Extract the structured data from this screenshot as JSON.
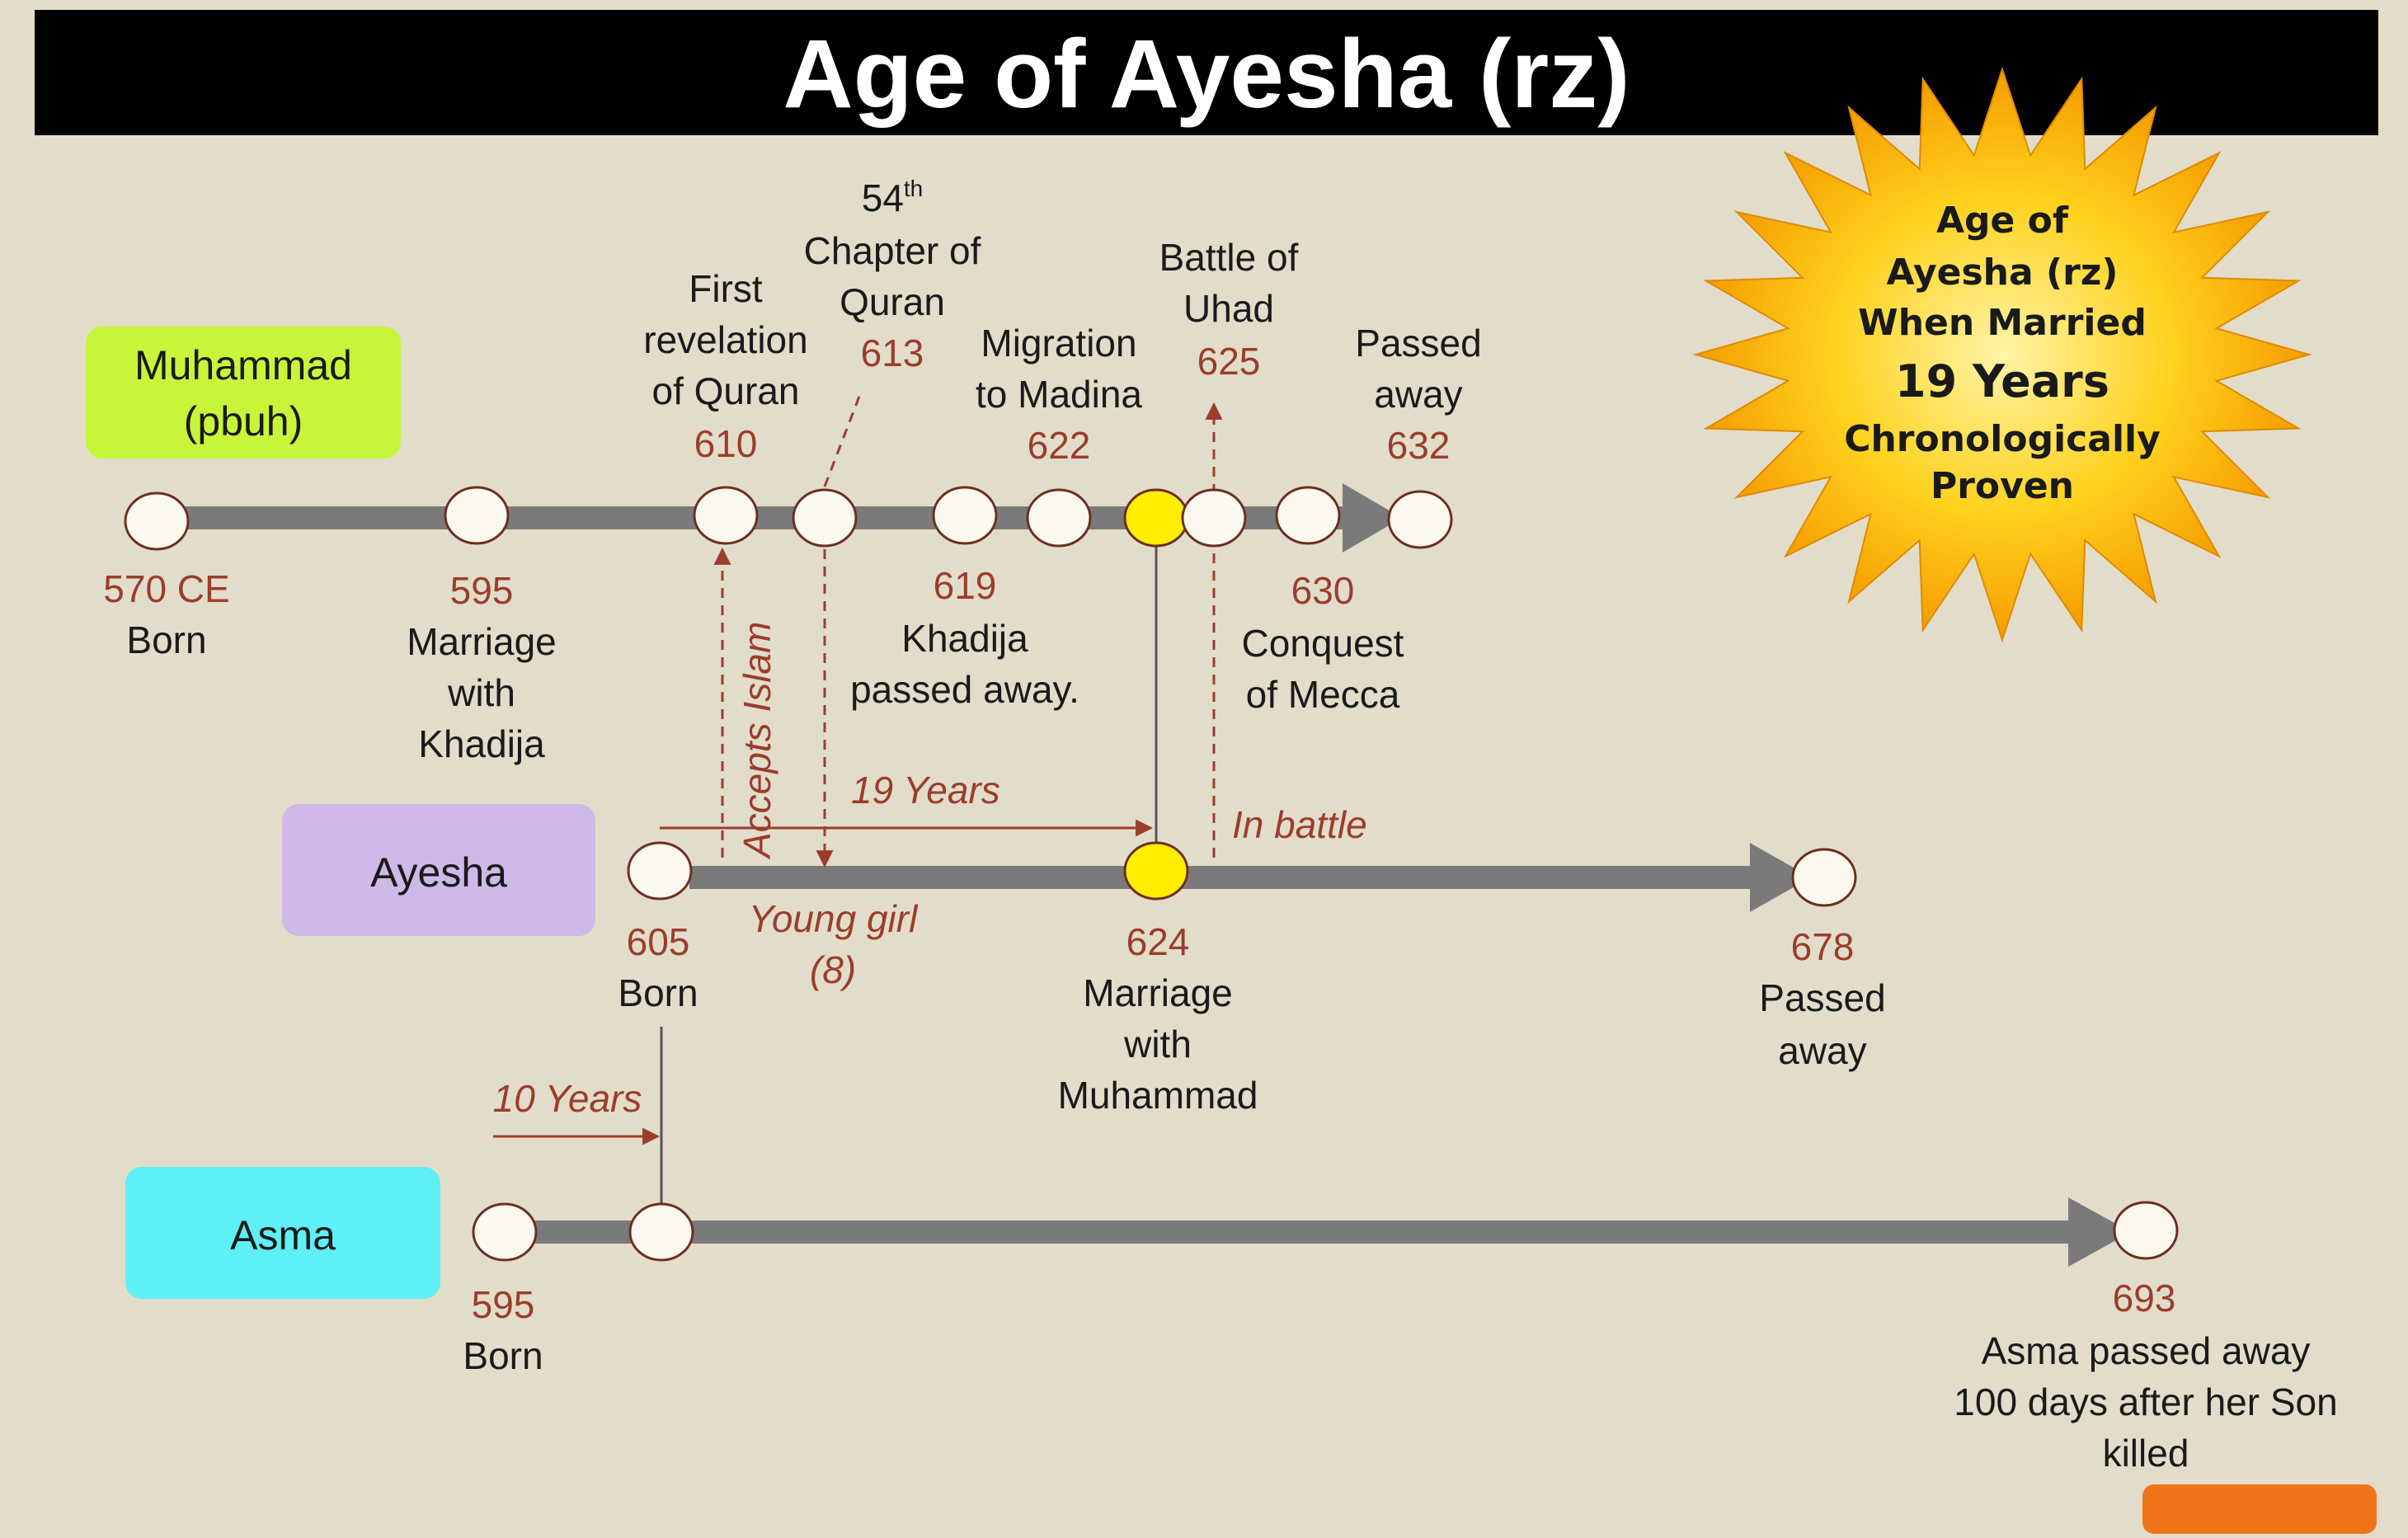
{
  "title": "Age of Ayesha (rz)",
  "badge": {
    "line1": "Age of",
    "line2": "Ayesha (rz)",
    "line3": "When Married",
    "line4": "19 Years",
    "line5": "Chronologically",
    "line6": "Proven"
  },
  "rows": {
    "muhammad": {
      "line1": "Muhammad",
      "line2": "(pbuh)"
    },
    "ayesha": {
      "line1": "Ayesha"
    },
    "asma": {
      "line1": "Asma"
    }
  },
  "events": {
    "m570": {
      "year": "570 CE",
      "text": [
        "Born"
      ]
    },
    "m595": {
      "year": "595",
      "text": [
        "Marriage",
        "with",
        "Khadija"
      ]
    },
    "m610": {
      "year": "610",
      "text": [
        "First",
        "revelation",
        "of Quran"
      ]
    },
    "m613": {
      "sup_num": "54",
      "sup": "th",
      "text": [
        "Chapter of",
        "Quran"
      ],
      "year": "613"
    },
    "m619": {
      "year": "619",
      "text": [
        "Khadija",
        "passed away."
      ]
    },
    "m622": {
      "year": "622",
      "text": [
        "Migration",
        "to Madina"
      ]
    },
    "m625": {
      "year": "625",
      "text": [
        "Battle of",
        "Uhad"
      ]
    },
    "m630": {
      "year": "630",
      "text": [
        "Conquest",
        "of Mecca"
      ]
    },
    "m632": {
      "year": "632",
      "text": [
        "Passed",
        "away"
      ]
    },
    "a605": {
      "year": "605",
      "text": [
        "Born"
      ]
    },
    "a624": {
      "year": "624",
      "text": [
        "Marriage",
        "with",
        "Muhammad"
      ]
    },
    "a678": {
      "year": "678",
      "text": [
        "Passed",
        "away"
      ]
    },
    "s595": {
      "year": "595",
      "text": [
        "Born"
      ]
    },
    "s693": {
      "year": "693",
      "text": [
        "Asma passed away",
        "100 days after her Son",
        "killed"
      ]
    }
  },
  "annotations": {
    "accepts_islam": "Accepts Islam",
    "nineteen_years": "19 Years",
    "in_battle": "In battle",
    "young_girl": [
      "Young girl",
      "(8)"
    ],
    "ten_years": "10 Years"
  },
  "colors": {
    "title_bar": "#000000",
    "muhammad_box": "#c8f53a",
    "ayesha_box": "#ceb9e8",
    "asma_box": "#5ef0f5",
    "timeline": "#7a7a7a",
    "highlight_node": "#ffee00",
    "accent_red": "#9b3d2d",
    "badge_fill": "#ffbb10"
  }
}
